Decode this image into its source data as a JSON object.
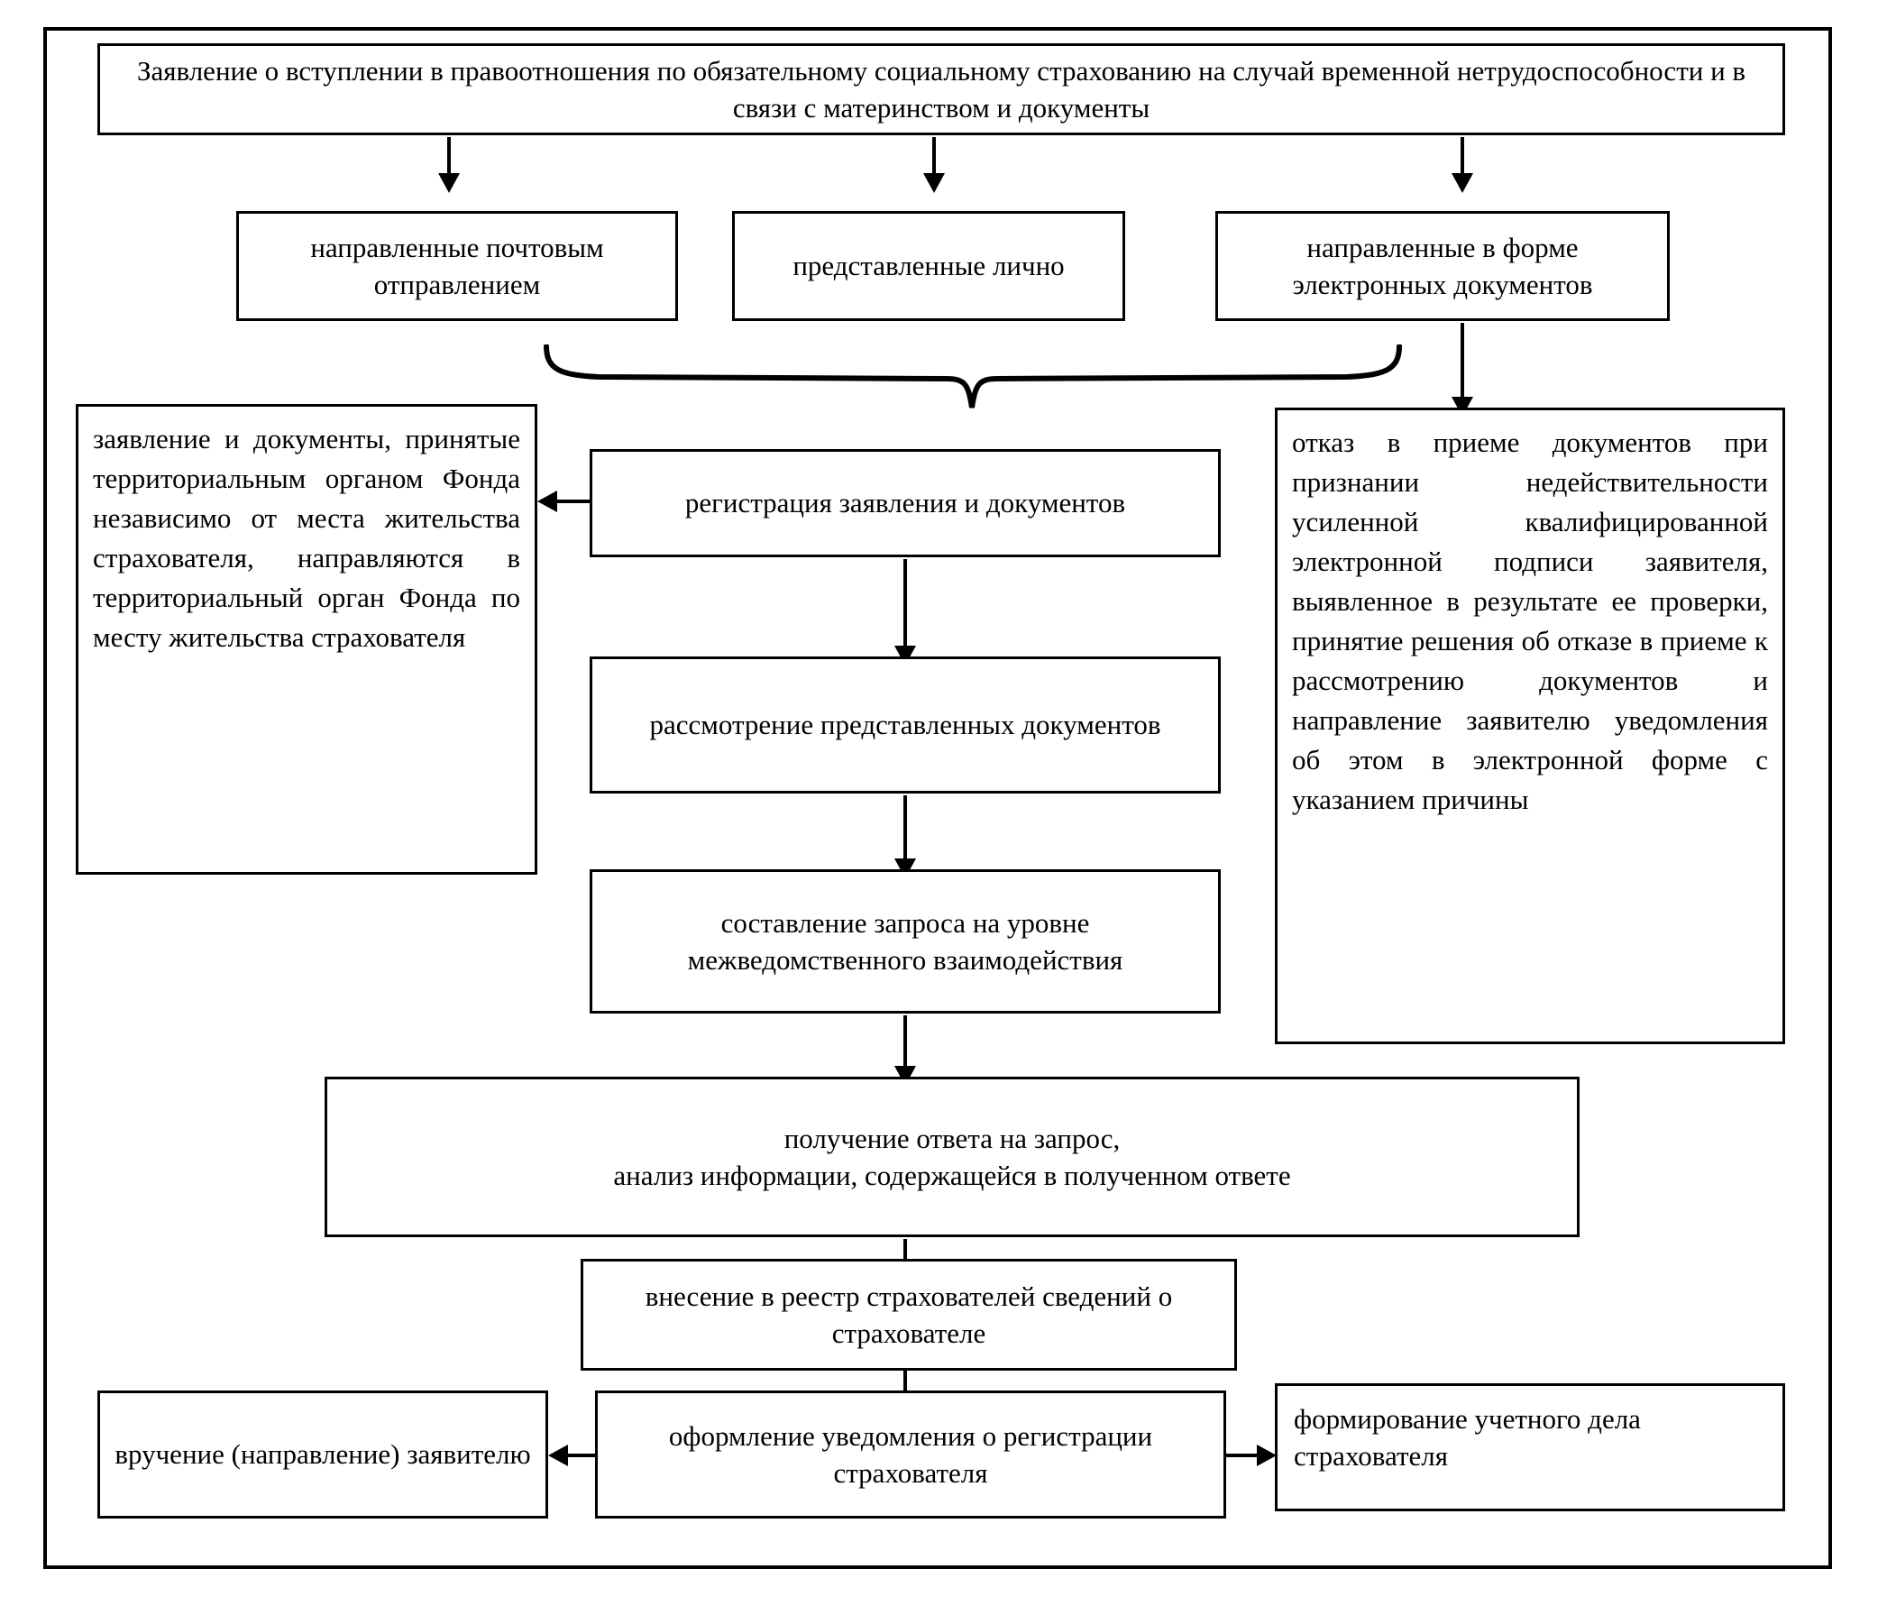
{
  "diagram": {
    "title_box": {
      "text": "Заявление о вступлении в правоотношения по обязательному социальному страхованию на случай временной нетрудоспособности и в связи с материнством и документы"
    },
    "intake": [
      {
        "id": "postal",
        "text": "направленные почтовым отправлением"
      },
      {
        "id": "in-person",
        "text": "представленные лично"
      },
      {
        "id": "electronic",
        "text": "направленные в форме электронных документов"
      }
    ],
    "left_note": {
      "text": "заявление и документы, принятые территориальным органом Фонда независимо от места жительства страхователя, направляются в территориальный орган Фонда по месту жительства страхователя"
    },
    "right_note": {
      "text": "отказ в приеме документов при признании недействительности усиленной квалифицированной электронной подписи заявителя, выявленное в результате ее проверки, принятие решения об отказе в приеме к рассмотрению документов и направление заявителю уведомления об этом в электронной форме с указанием причины"
    },
    "flow": [
      {
        "id": "registration",
        "text": "регистрация заявления и документов"
      },
      {
        "id": "review",
        "text": "рассмотрение представленных документов"
      },
      {
        "id": "request",
        "text": "составление запроса на уровне межведомственного взаимодействия"
      },
      {
        "id": "answer",
        "text": "получение ответа на запрос,\nанализ информации, содержащейся в полученном ответе"
      },
      {
        "id": "registry",
        "text": "внесение в реестр страхователей сведений о страхователе"
      }
    ],
    "final": [
      {
        "id": "deliver",
        "text": "вручение (направление) заявителю"
      },
      {
        "id": "notice",
        "text": "оформление уведомления о регистрации страхователя"
      },
      {
        "id": "file",
        "text": "формирование учетного дела страхователя"
      }
    ],
    "colors": {
      "line": "#000000",
      "background": "#ffffff"
    }
  }
}
